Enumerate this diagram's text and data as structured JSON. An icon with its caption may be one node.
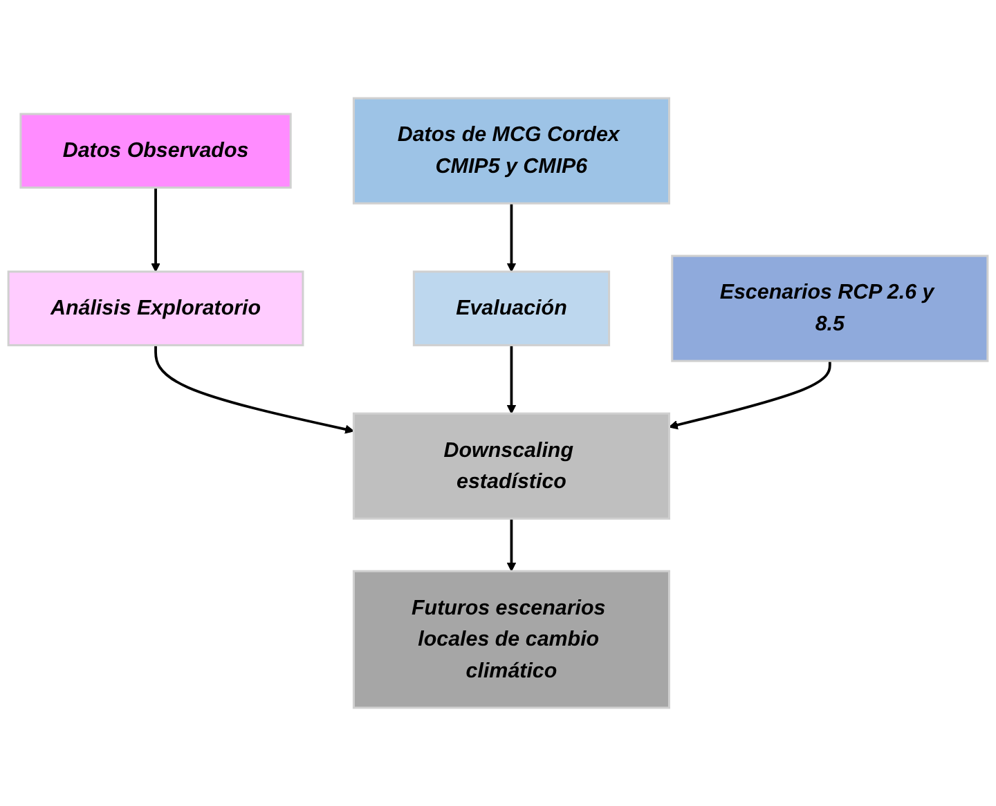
{
  "diagram": {
    "nodes": [
      {
        "text": [
          "Datos Observados"
        ]
      },
      {
        "text": [
          "Análisis Exploratorio"
        ]
      },
      {
        "text": [
          "Datos de MCG Cordex CMIP5 y CMIP6"
        ]
      },
      {
        "text": [
          "Evaluación"
        ]
      },
      {
        "text": [
          "Downscaling estadístico"
        ]
      },
      {
        "text": [
          "Escenarios RCP 2.6 y 8.5"
        ]
      },
      {
        "text": [
          "Futuros escenarios locales de cambio climático"
        ]
      }
    ],
    "edges": [
      {
        "from": 0,
        "to": 1,
        "arrow": "to"
      },
      {
        "from": 2,
        "to": 3,
        "arrow": "to"
      },
      {
        "from": 1,
        "to": 4,
        "arrow": "to"
      },
      {
        "from": 3,
        "to": 4,
        "arrow": "to"
      },
      {
        "from": 5,
        "to": 4,
        "arrow": "to"
      },
      {
        "from": 4,
        "to": 6,
        "arrow": "to"
      }
    ]
  }
}
